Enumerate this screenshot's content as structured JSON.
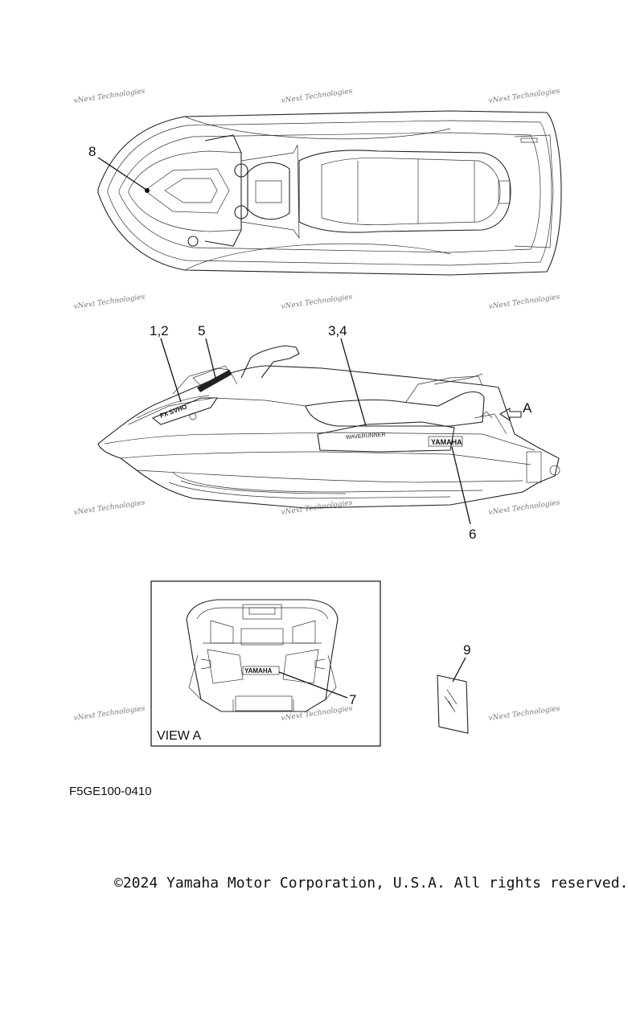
{
  "watermark": {
    "line1": "vNext Technologies",
    "line2": "Technologies"
  },
  "callouts": {
    "c8": "8",
    "c12": "1,2",
    "c5": "5",
    "c34": "3,4",
    "cA": "A",
    "c6": "6",
    "c7": "7",
    "c9": "9"
  },
  "decals": {
    "side_model": "FX SVHO",
    "side_brand": "WAVERUNNER",
    "side_logo": "YAMAHA",
    "rear_logo": "YAMAHA"
  },
  "view_label": "VIEW A",
  "part_code": "F5GE100-0410",
  "copyright": "©2024 Yamaha Motor Corporation, U.S.A. All rights reserved."
}
